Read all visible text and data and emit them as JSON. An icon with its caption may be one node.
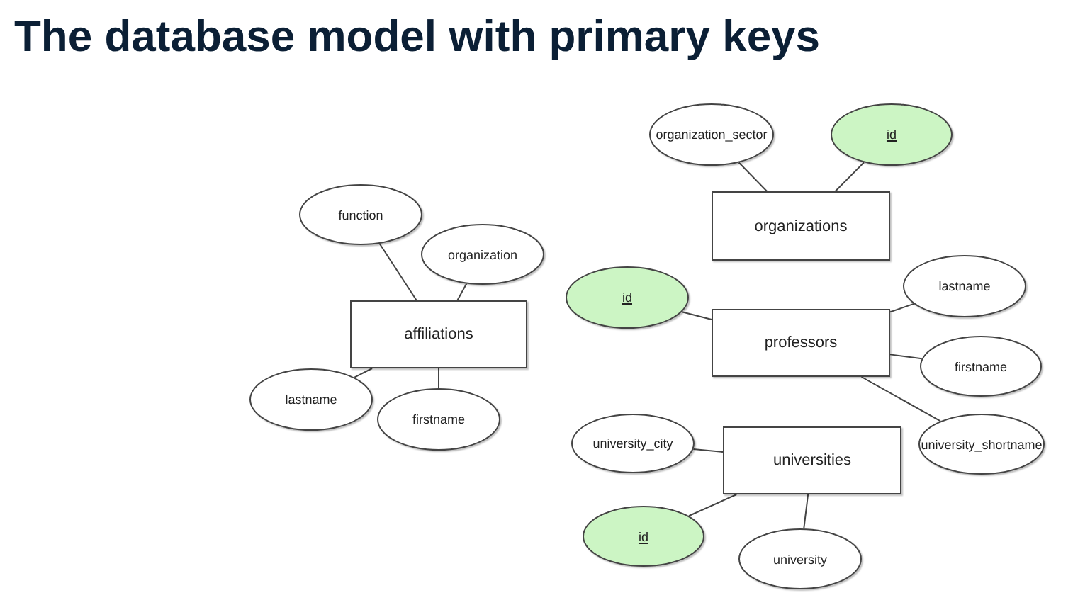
{
  "diagram": {
    "title": "The database model with primary keys",
    "nodes": [
      {
        "text": [
          "organization_sector"
        ]
      },
      {
        "text": [
          "id"
        ]
      },
      {
        "text": [
          "organizations"
        ]
      },
      {
        "text": [
          "function"
        ]
      },
      {
        "text": [
          "organization"
        ]
      },
      {
        "text": [
          "lastname"
        ]
      },
      {
        "text": [
          "id"
        ]
      },
      {
        "text": [
          "affiliations"
        ]
      },
      {
        "text": [
          "professors"
        ]
      },
      {
        "text": [
          "firstname"
        ]
      },
      {
        "text": [
          "lastname"
        ]
      },
      {
        "text": [
          "firstname"
        ]
      },
      {
        "text": [
          "university_city"
        ]
      },
      {
        "text": [
          "universities"
        ]
      },
      {
        "text": [
          "university_shortname"
        ]
      },
      {
        "text": [
          "id"
        ]
      },
      {
        "text": [
          "university"
        ]
      }
    ],
    "edges": [
      {
        "from": 0,
        "to": 2,
        "arrow": "none"
      },
      {
        "from": 1,
        "to": 2,
        "arrow": "none"
      },
      {
        "from": 3,
        "to": 7,
        "arrow": "none"
      },
      {
        "from": 4,
        "to": 7,
        "arrow": "none"
      },
      {
        "from": 7,
        "to": 10,
        "arrow": "none"
      },
      {
        "from": 7,
        "to": 11,
        "arrow": "none"
      },
      {
        "from": 6,
        "to": 8,
        "arrow": "none"
      },
      {
        "from": 8,
        "to": 5,
        "arrow": "none"
      },
      {
        "from": 8,
        "to": 9,
        "arrow": "none"
      },
      {
        "from": 8,
        "to": 14,
        "arrow": "none"
      },
      {
        "from": 12,
        "to": 13,
        "arrow": "none"
      },
      {
        "from": 13,
        "to": 15,
        "arrow": "none"
      },
      {
        "from": 13,
        "to": 16,
        "arrow": "none"
      }
    ]
  }
}
